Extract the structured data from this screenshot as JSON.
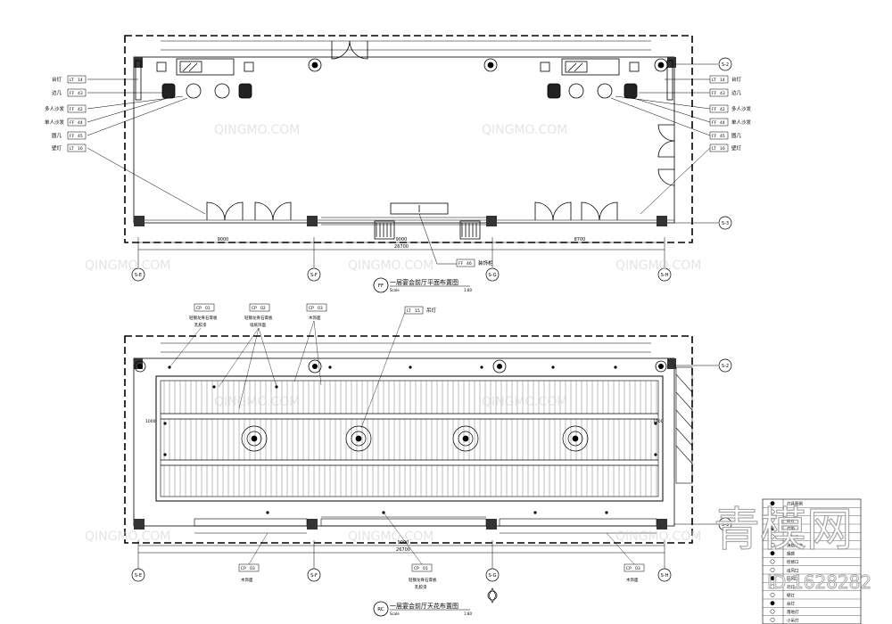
{
  "plan_top": {
    "title": "一层宴会前厅平面布置图",
    "tag": "FF",
    "scale_label": "Scale",
    "scale_value": "1:80",
    "grid_bottom": [
      "S-E",
      "S-F",
      "S-G",
      "S-H"
    ],
    "grid_right": [
      "S-2",
      "S-3"
    ],
    "dims_top_row": [
      "9000",
      "9000",
      "8700"
    ],
    "dim_total": "26700",
    "left_tags": [
      {
        "code": "LT",
        "num": "14",
        "label": "台灯"
      },
      {
        "code": "FF",
        "num": "43",
        "label": "边几"
      },
      {
        "code": "FF",
        "num": "42",
        "label": "多人沙发"
      },
      {
        "code": "FF",
        "num": "44",
        "label": "单人沙发"
      },
      {
        "code": "FF",
        "num": "45",
        "label": "圆几"
      },
      {
        "code": "LT",
        "num": "16",
        "label": "壁灯"
      }
    ],
    "right_tags": [
      {
        "code": "LT",
        "num": "14",
        "label": "台灯"
      },
      {
        "code": "FF",
        "num": "43",
        "label": "边几"
      },
      {
        "code": "FF",
        "num": "42",
        "label": "多人沙发"
      },
      {
        "code": "FF",
        "num": "44",
        "label": "单人沙发"
      },
      {
        "code": "FF",
        "num": "45",
        "label": "圆几"
      },
      {
        "code": "LT",
        "num": "16",
        "label": "壁灯"
      }
    ],
    "bottom_tag": {
      "code": "FF",
      "num": "46",
      "label": "装饰柜"
    }
  },
  "plan_bottom": {
    "title": "一层宴会前厅天花布置图",
    "tag": "RC",
    "scale_label": "Scale",
    "scale_value": "1:80",
    "grid_bottom": [
      "S-E",
      "S-F",
      "S-G",
      "S-H"
    ],
    "grid_right": [
      "S-2",
      "S-3"
    ],
    "dims_side": [
      "1000",
      "1000"
    ],
    "dims_bottom": [
      "9000",
      "26700"
    ],
    "top_notes": [
      {
        "code": "CP",
        "num": "01",
        "l1": "轻钢龙骨石膏板",
        "l2": "乳胶漆"
      },
      {
        "code": "CP",
        "num": "02",
        "l1": "轻钢龙骨石膏板",
        "l2": "墙纸饰面"
      },
      {
        "code": "CP",
        "num": "03",
        "l1": "木饰面",
        "l2": ""
      }
    ],
    "pendant_tag": {
      "code": "LT",
      "num": "15",
      "label": "吊灯"
    },
    "bottom_notes": [
      {
        "code": "CP",
        "num": "03",
        "label": "木饰面"
      },
      {
        "code": "CP",
        "num": "01",
        "label": "轻钢龙骨石膏板"
      },
      {
        "code": "CP",
        "num": "03",
        "label": "木饰面"
      }
    ],
    "bottom_note_2nd": "乳胶漆"
  },
  "watermark": {
    "brand": "QINGMO.COM",
    "cn_brand": "青模网",
    "id_text": "ID:1628282"
  },
  "legend_rows": [
    "灯具图例",
    "筒灯",
    "射灯",
    "灯带",
    "排气扇",
    "消防喷淋",
    "烟感",
    "检修口",
    "出风口",
    "回风口",
    "吊灯",
    "壁灯",
    "台灯",
    "落地灯",
    "小吊灯"
  ]
}
